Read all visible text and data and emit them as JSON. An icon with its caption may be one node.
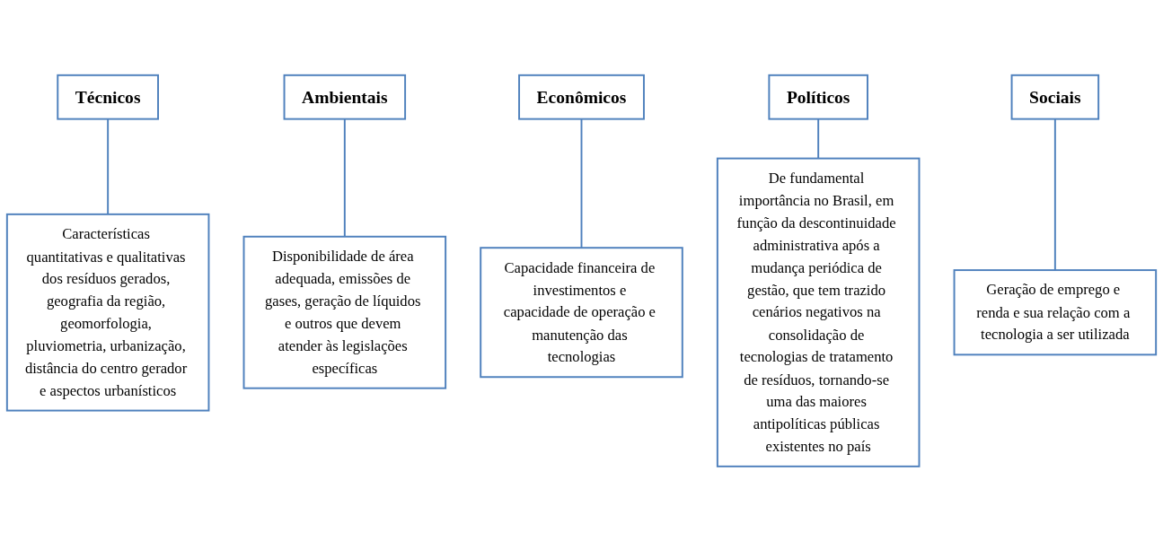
{
  "diagram": {
    "nodes": [
      {
        "text": [
          "Técnicos"
        ]
      },
      {
        "text": [
          "Ambientais"
        ]
      },
      {
        "text": [
          "Econômicos"
        ]
      },
      {
        "text": [
          "Políticos"
        ]
      },
      {
        "text": [
          "Sociais"
        ]
      },
      {
        "text": [
          "Características quantitativas e qualitativas dos resíduos gerados, geografia da região, geomorfologia, pluviometria, urbanização, distância do centro gerador e aspectos urbanísticos"
        ]
      },
      {
        "text": [
          "Disponibilidade de área adequada, emissões de gases, geração de líquidos e outros que devem atender às legislações específicas"
        ]
      },
      {
        "text": [
          "Capacidade financeira de investimentos e capacidade de operação e manutenção das tecnologias"
        ]
      },
      {
        "text": [
          "De fundamental importância no Brasil, em função da descontinuidade administrativa após a mudança periódica de gestão, que tem trazido cenários negativos na consolidação de tecnologias de tratamento de resíduos, tornando-se uma das maiores antipolíticas públicas existentes no país"
        ]
      },
      {
        "text": [
          "Geração de emprego e renda e sua relação com a tecnologia a ser utilizada"
        ]
      }
    ],
    "edges": [
      {
        "from": 0,
        "to": 5,
        "arrow": "none"
      },
      {
        "from": 1,
        "to": 6,
        "arrow": "none"
      },
      {
        "from": 2,
        "to": 7,
        "arrow": "none"
      },
      {
        "from": 3,
        "to": 8,
        "arrow": "none"
      },
      {
        "from": 4,
        "to": 9,
        "arrow": "none"
      }
    ]
  }
}
